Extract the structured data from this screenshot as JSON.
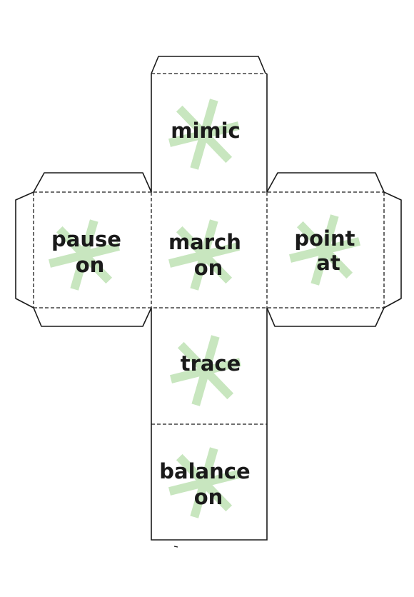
{
  "faces": {
    "top": {
      "line1": "mimic",
      "line2": ""
    },
    "left": {
      "line1": "pause",
      "line2": "on"
    },
    "center": {
      "line1": "march",
      "line2": "on"
    },
    "right": {
      "line1": "point",
      "line2": "at"
    },
    "lower": {
      "line1": "trace",
      "line2": ""
    },
    "bottom": {
      "line1": "balance",
      "line2": "on"
    }
  },
  "colors": {
    "asterisk": "#c8e6bf",
    "outline": "#1a1a1a",
    "text": "#1a1a1a"
  },
  "icons": {
    "face_decoration": "asterisk-icon"
  }
}
